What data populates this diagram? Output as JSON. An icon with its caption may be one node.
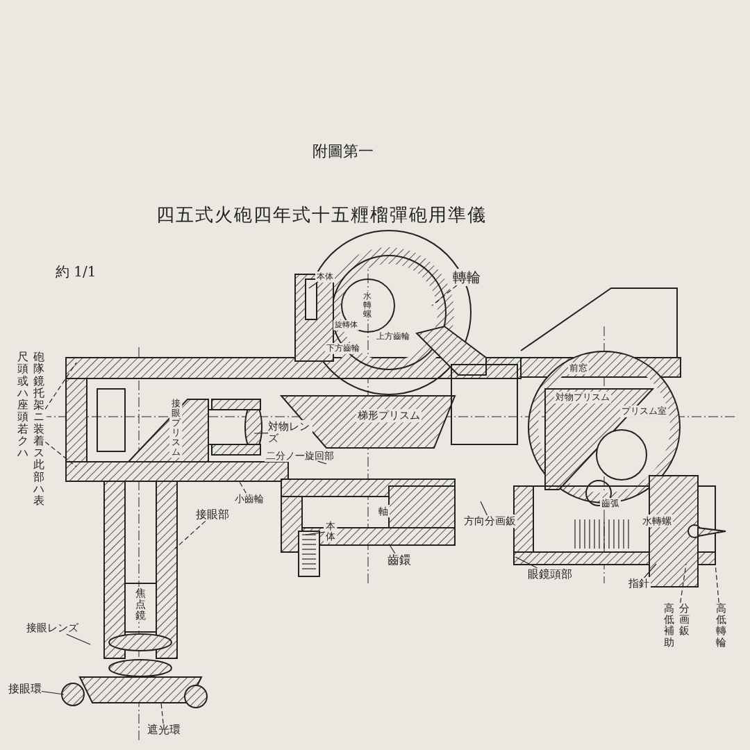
{
  "diagram": {
    "title": "四五式火砲四年式十五糎榴彈砲用準儀",
    "nodes": [
      {
        "text": [
          "本体"
        ]
      },
      {
        "text": [
          "轉輪"
        ]
      },
      {
        "text": [
          "砲隊鏡托架ニ装着ス此部ハ表尺頭或ハ座頭若クハ"
        ]
      },
      {
        "text": [
          "対物レンズ"
        ]
      },
      {
        "text": [
          "二分ノ一旋回部"
        ]
      },
      {
        "text": [
          "小齒輪"
        ]
      },
      {
        "text": [
          "接眼部"
        ]
      },
      {
        "text": [
          "方向分画鈑"
        ]
      },
      {
        "text": [
          "本体"
        ]
      },
      {
        "text": [
          "齒鐶"
        ]
      },
      {
        "text": [
          "眼鏡頭部"
        ]
      },
      {
        "text": [
          "指針"
        ]
      },
      {
        "text": [
          "高低補助分画鈑"
        ]
      },
      {
        "text": [
          "高低轉輪"
        ]
      },
      {
        "text": [
          "接眼レンズ"
        ]
      },
      {
        "text": [
          "接眼環"
        ]
      },
      {
        "text": [
          "遮光環"
        ]
      }
    ],
    "edges": [
      {
        "from": 0,
        "to": null,
        "arrow": "none"
      },
      {
        "from": 1,
        "to": null,
        "arrow": "none",
        "style": "dashed"
      },
      {
        "from": 2,
        "to": null,
        "arrow": "none",
        "style": "dashed"
      },
      {
        "from": 2,
        "to": null,
        "arrow": "none",
        "style": "dashed"
      },
      {
        "from": 3,
        "to": null,
        "arrow": "none"
      },
      {
        "from": 4,
        "to": null,
        "arrow": "none"
      },
      {
        "from": 5,
        "to": null,
        "arrow": "none",
        "style": "dashed"
      },
      {
        "from": 6,
        "to": null,
        "arrow": "none",
        "style": "dashed"
      },
      {
        "from": 7,
        "to": null,
        "arrow": "none"
      },
      {
        "from": 8,
        "to": null,
        "arrow": "none"
      },
      {
        "from": 9,
        "to": null,
        "arrow": "none"
      },
      {
        "from": 10,
        "to": null,
        "arrow": "none"
      },
      {
        "from": 11,
        "to": null,
        "arrow": "none"
      },
      {
        "from": 12,
        "to": null,
        "arrow": "none",
        "style": "dashed"
      },
      {
        "from": 13,
        "to": null,
        "arrow": "none",
        "style": "dashed"
      },
      {
        "from": 14,
        "to": null,
        "arrow": "none"
      },
      {
        "from": 15,
        "to": null,
        "arrow": "none"
      },
      {
        "from": 16,
        "to": null,
        "arrow": "none",
        "style": "dashed"
      }
    ],
    "labels": [
      "附圖第一",
      "約 1/1",
      "水轉螺",
      "旋轉体",
      "上方齒輪",
      "下方齒輪",
      "前窓",
      "対物プリスム",
      "接眼プリスム",
      "梯形プリスム",
      "プリスム室",
      "軸",
      "齒弧",
      "水轉螺",
      "焦点鏡"
    ]
  }
}
